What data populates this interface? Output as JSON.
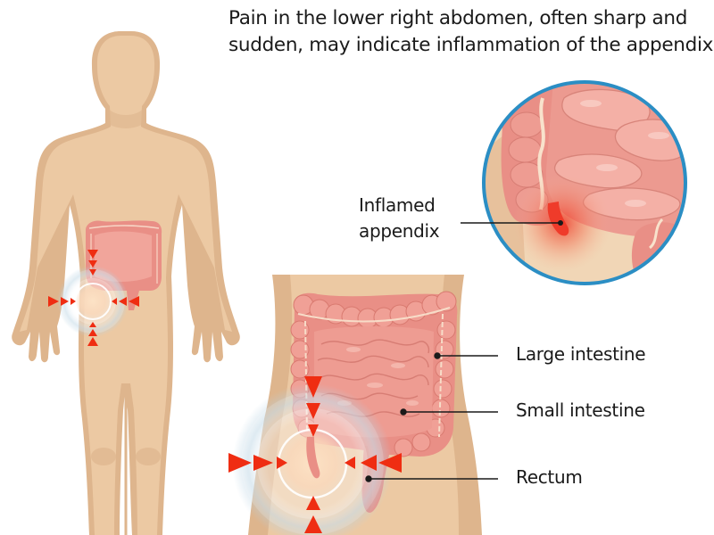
{
  "caption": {
    "line1": "Pain in the lower right abdomen, often sharp and",
    "line2": "sudden, may indicate inflammation of the appendix."
  },
  "labels": {
    "inflamed_appendix": {
      "line1": "Inflamed",
      "line2": "appendix"
    },
    "large_intestine": "Large intestine",
    "small_intestine": "Small intestine",
    "rectum": "Rectum"
  },
  "figures": {
    "full_body": "front-view human body silhouette with intestines and pain target at lower right abdomen",
    "torso_closeup": "torso with large and small intestine, pain target over appendix region",
    "magnifier_inset": "circular zoom inset showing inflamed appendix"
  },
  "icons": {
    "pain_arrows": "red-inward-triangle-arrows",
    "pain_target": "concentric-glow-rings"
  },
  "colors": {
    "skin": "#ecc9a3",
    "skin_shadow": "#deb58d",
    "intestine": "#e98f86",
    "intestine_light": "#f3aaa0",
    "inflammation": "#ef3b2a",
    "arrow_red": "#ef2d12",
    "inset_border": "#2b8ec4",
    "leader_line": "#1a1a1a",
    "text": "#1a1a1a"
  }
}
